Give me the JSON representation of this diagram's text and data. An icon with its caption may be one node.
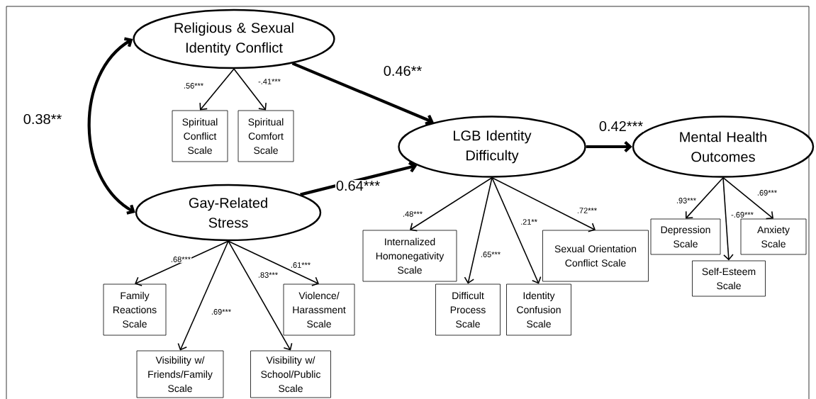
{
  "diagram": {
    "nodes": [
      {
        "text": [
          "Religious & Sexual Identity Conflict"
        ]
      },
      {
        "text": [
          "Spiritual Conflict Scale"
        ]
      },
      {
        "text": [
          "Spiritual Comfort Scale"
        ]
      },
      {
        "text": [
          "Gay-Related Stress"
        ]
      },
      {
        "text": [
          "Family Reactions Scale"
        ]
      },
      {
        "text": [
          "Visibility w/ Friends/Family Scale"
        ]
      },
      {
        "text": [
          "Visibility w/ School/Public Scale"
        ]
      },
      {
        "text": [
          "Violence/ Harassment Scale"
        ]
      },
      {
        "text": [
          "LGB Identity Difficulty"
        ]
      },
      {
        "text": [
          "Internalized Homonegativity Scale"
        ]
      },
      {
        "text": [
          "Difficult Process Scale"
        ]
      },
      {
        "text": [
          "Identity Confusion Scale"
        ]
      },
      {
        "text": [
          "Sexual Orientation Conflict Scale"
        ]
      },
      {
        "text": [
          "Mental Health Outcomes"
        ]
      },
      {
        "text": [
          "Depression Scale"
        ]
      },
      {
        "text": [
          "Self-Esteem Scale"
        ]
      },
      {
        "text": [
          "Anxiety Scale"
        ]
      }
    ],
    "edges": [
      {
        "from": 0,
        "to": 3,
        "arrow": "both",
        "label": "0.38**",
        "style": "thick"
      },
      {
        "from": 0,
        "to": 8,
        "arrow": "to",
        "label": "0.46**",
        "style": "thick"
      },
      {
        "from": 3,
        "to": 8,
        "arrow": "to",
        "label": "0.64***",
        "style": "thick"
      },
      {
        "from": 8,
        "to": 13,
        "arrow": "to",
        "label": "0.42***",
        "style": "thick"
      },
      {
        "from": 0,
        "to": 1,
        "arrow": "to",
        "label": ".56***"
      },
      {
        "from": 0,
        "to": 2,
        "arrow": "to",
        "label": "-.41***"
      },
      {
        "from": 3,
        "to": 4,
        "arrow": "to",
        "label": ".68***"
      },
      {
        "from": 3,
        "to": 5,
        "arrow": "to",
        "label": ".69***"
      },
      {
        "from": 3,
        "to": 6,
        "arrow": "to",
        "label": ".83***"
      },
      {
        "from": 3,
        "to": 7,
        "arrow": "to",
        "label": ".61***"
      },
      {
        "from": 8,
        "to": 9,
        "arrow": "to",
        "label": ".48***"
      },
      {
        "from": 8,
        "to": 10,
        "arrow": "to",
        "label": ".65***"
      },
      {
        "from": 8,
        "to": 11,
        "arrow": "to",
        "label": ".21**"
      },
      {
        "from": 8,
        "to": 12,
        "arrow": "to",
        "label": ".72***"
      },
      {
        "from": 13,
        "to": 14,
        "arrow": "to",
        "label": ".93***"
      },
      {
        "from": 13,
        "to": 15,
        "arrow": "to",
        "label": "-.69***"
      },
      {
        "from": 13,
        "to": 16,
        "arrow": "to",
        "label": ".69***"
      }
    ]
  }
}
